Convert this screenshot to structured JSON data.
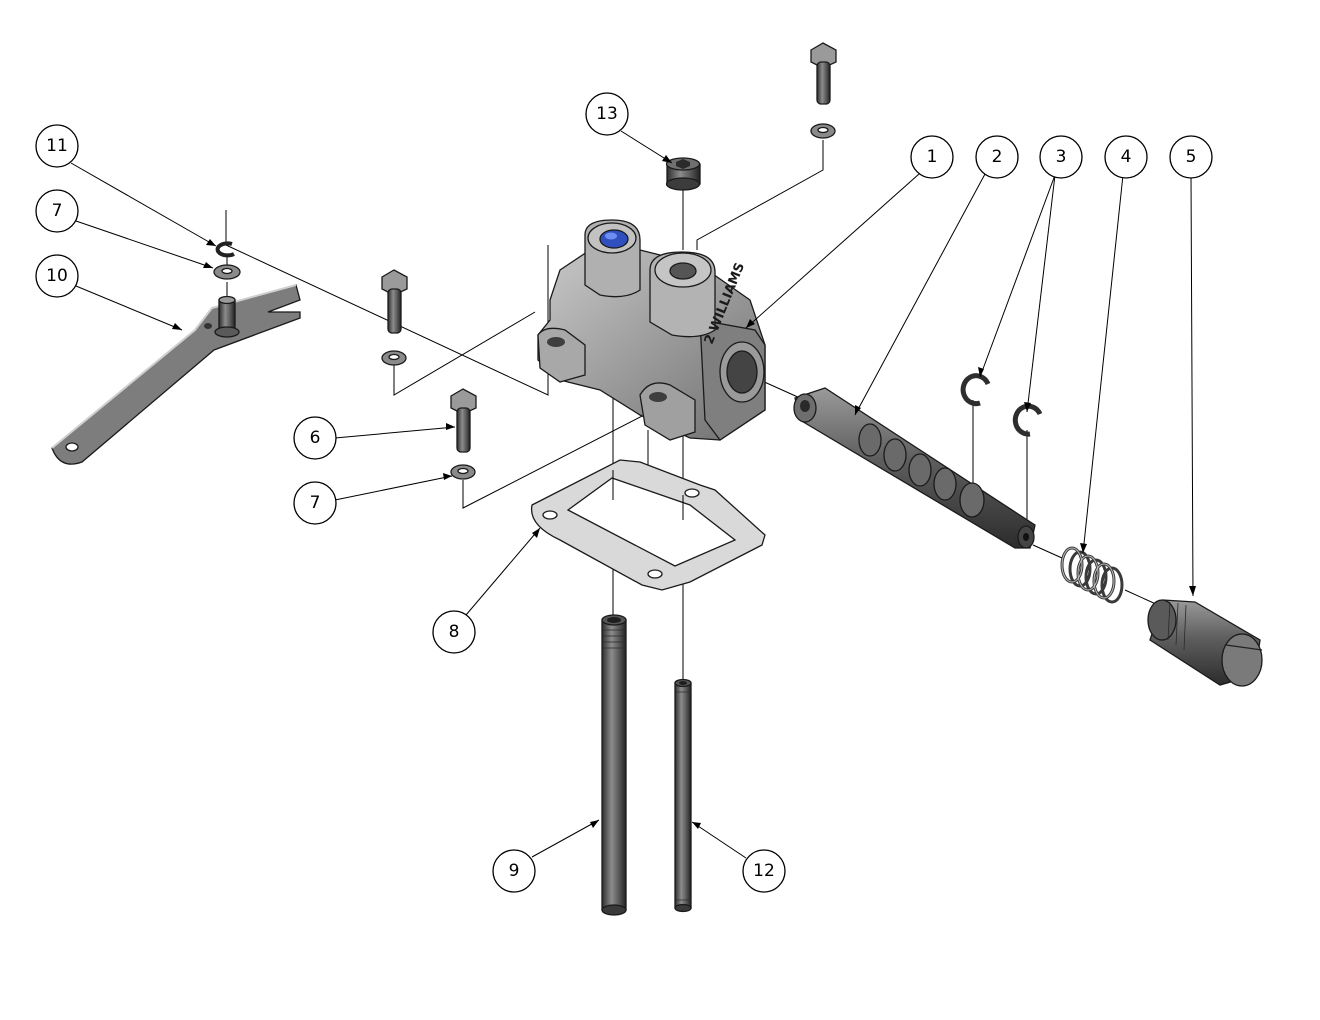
{
  "diagram": {
    "type": "exploded-assembly",
    "balloons": [
      {
        "id": "b13",
        "label": "13",
        "part": "plug"
      },
      {
        "id": "b11",
        "label": "11",
        "part": "e-clip"
      },
      {
        "id": "b7a",
        "label": "7",
        "part": "washer"
      },
      {
        "id": "b10",
        "label": "10",
        "part": "lever"
      },
      {
        "id": "b1",
        "label": "1",
        "part": "valve-body"
      },
      {
        "id": "b2",
        "label": "2",
        "part": "spool"
      },
      {
        "id": "b3",
        "label": "3",
        "part": "retaining-clips"
      },
      {
        "id": "b4",
        "label": "4",
        "part": "spring"
      },
      {
        "id": "b5",
        "label": "5",
        "part": "end-cap"
      },
      {
        "id": "b6",
        "label": "6",
        "part": "bolt"
      },
      {
        "id": "b7b",
        "label": "7",
        "part": "washer"
      },
      {
        "id": "b8",
        "label": "8",
        "part": "gasket"
      },
      {
        "id": "b9",
        "label": "9",
        "part": "large-pipe"
      },
      {
        "id": "b12",
        "label": "12",
        "part": "small-pipe"
      }
    ],
    "body_marking": "2 WILLIAMS",
    "colors": {
      "metal_light": "#b5b5b5",
      "metal_mid": "#8e8e8e",
      "metal_dark": "#4a4a4a",
      "gasket": "#d9d9d9",
      "port_blue": "#2f4fbf",
      "line": "#000000"
    }
  }
}
